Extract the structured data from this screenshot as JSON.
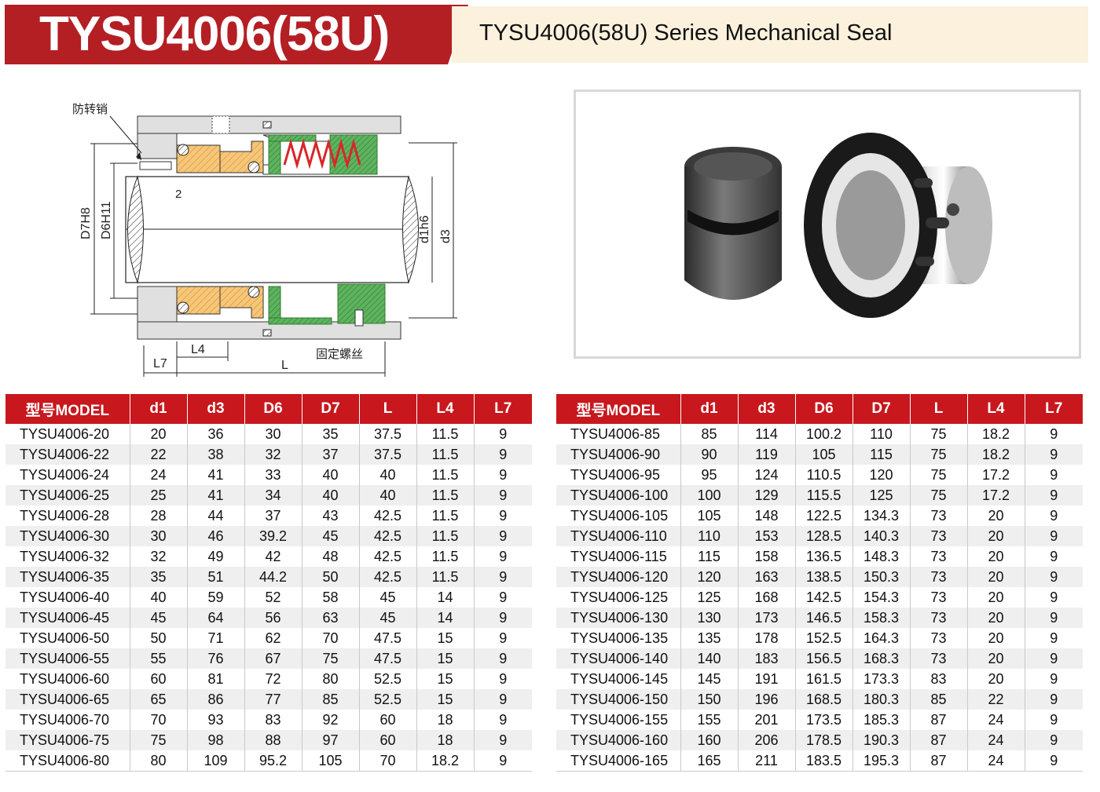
{
  "header": {
    "title": "TYSU4006(58U)",
    "subtitle": "TYSU4006(58U)  Series Mechanical Seal"
  },
  "drawing": {
    "label_pin": "防转销",
    "label_screw": "固定螺丝",
    "dim_labels": {
      "D7": "D7H8",
      "D6": "D6H11",
      "d1": "d1h6",
      "d3": "d3",
      "L": "L",
      "L4": "L4",
      "L7": "L7",
      "gap": "2"
    }
  },
  "colors": {
    "header_red": "#c8171d",
    "title_red": "#b41f24",
    "band": "#fbf1dd",
    "orange": "#f5b54a",
    "green": "#4aa34a",
    "spring_red": "#d8262a"
  },
  "table": {
    "columns": [
      "型号MODEL",
      "d1",
      "d3",
      "D6",
      "D7",
      "L",
      "L4",
      "L7"
    ],
    "left_rows": [
      [
        "TYSU4006-20",
        "20",
        "36",
        "30",
        "35",
        "37.5",
        "11.5",
        "9"
      ],
      [
        "TYSU4006-22",
        "22",
        "38",
        "32",
        "37",
        "37.5",
        "11.5",
        "9"
      ],
      [
        "TYSU4006-24",
        "24",
        "41",
        "33",
        "40",
        "40",
        "11.5",
        "9"
      ],
      [
        "TYSU4006-25",
        "25",
        "41",
        "34",
        "40",
        "40",
        "11.5",
        "9"
      ],
      [
        "TYSU4006-28",
        "28",
        "44",
        "37",
        "43",
        "42.5",
        "11.5",
        "9"
      ],
      [
        "TYSU4006-30",
        "30",
        "46",
        "39.2",
        "45",
        "42.5",
        "11.5",
        "9"
      ],
      [
        "TYSU4006-32",
        "32",
        "49",
        "42",
        "48",
        "42.5",
        "11.5",
        "9"
      ],
      [
        "TYSU4006-35",
        "35",
        "51",
        "44.2",
        "50",
        "42.5",
        "11.5",
        "9"
      ],
      [
        "TYSU4006-40",
        "40",
        "59",
        "52",
        "58",
        "45",
        "14",
        "9"
      ],
      [
        "TYSU4006-45",
        "45",
        "64",
        "56",
        "63",
        "45",
        "14",
        "9"
      ],
      [
        "TYSU4006-50",
        "50",
        "71",
        "62",
        "70",
        "47.5",
        "15",
        "9"
      ],
      [
        "TYSU4006-55",
        "55",
        "76",
        "67",
        "75",
        "47.5",
        "15",
        "9"
      ],
      [
        "TYSU4006-60",
        "60",
        "81",
        "72",
        "80",
        "52.5",
        "15",
        "9"
      ],
      [
        "TYSU4006-65",
        "65",
        "86",
        "77",
        "85",
        "52.5",
        "15",
        "9"
      ],
      [
        "TYSU4006-70",
        "70",
        "93",
        "83",
        "92",
        "60",
        "18",
        "9"
      ],
      [
        "TYSU4006-75",
        "75",
        "98",
        "88",
        "97",
        "60",
        "18",
        "9"
      ],
      [
        "TYSU4006-80",
        "80",
        "109",
        "95.2",
        "105",
        "70",
        "18.2",
        "9"
      ]
    ],
    "right_rows": [
      [
        "TYSU4006-85",
        "85",
        "114",
        "100.2",
        "110",
        "75",
        "18.2",
        "9"
      ],
      [
        "TYSU4006-90",
        "90",
        "119",
        "105",
        "115",
        "75",
        "18.2",
        "9"
      ],
      [
        "TYSU4006-95",
        "95",
        "124",
        "110.5",
        "120",
        "75",
        "17.2",
        "9"
      ],
      [
        "TYSU4006-100",
        "100",
        "129",
        "115.5",
        "125",
        "75",
        "17.2",
        "9"
      ],
      [
        "TYSU4006-105",
        "105",
        "148",
        "122.5",
        "134.3",
        "73",
        "20",
        "9"
      ],
      [
        "TYSU4006-110",
        "110",
        "153",
        "128.5",
        "140.3",
        "73",
        "20",
        "9"
      ],
      [
        "TYSU4006-115",
        "115",
        "158",
        "136.5",
        "148.3",
        "73",
        "20",
        "9"
      ],
      [
        "TYSU4006-120",
        "120",
        "163",
        "138.5",
        "150.3",
        "73",
        "20",
        "9"
      ],
      [
        "TYSU4006-125",
        "125",
        "168",
        "142.5",
        "154.3",
        "73",
        "20",
        "9"
      ],
      [
        "TYSU4006-130",
        "130",
        "173",
        "146.5",
        "158.3",
        "73",
        "20",
        "9"
      ],
      [
        "TYSU4006-135",
        "135",
        "178",
        "152.5",
        "164.3",
        "73",
        "20",
        "9"
      ],
      [
        "TYSU4006-140",
        "140",
        "183",
        "156.5",
        "168.3",
        "73",
        "20",
        "9"
      ],
      [
        "TYSU4006-145",
        "145",
        "191",
        "161.5",
        "173.3",
        "83",
        "20",
        "9"
      ],
      [
        "TYSU4006-150",
        "150",
        "196",
        "168.5",
        "180.3",
        "85",
        "22",
        "9"
      ],
      [
        "TYSU4006-155",
        "155",
        "201",
        "173.5",
        "185.3",
        "87",
        "24",
        "9"
      ],
      [
        "TYSU4006-160",
        "160",
        "206",
        "178.5",
        "190.3",
        "87",
        "24",
        "9"
      ],
      [
        "TYSU4006-165",
        "165",
        "211",
        "183.5",
        "195.3",
        "87",
        "24",
        "9"
      ]
    ]
  }
}
